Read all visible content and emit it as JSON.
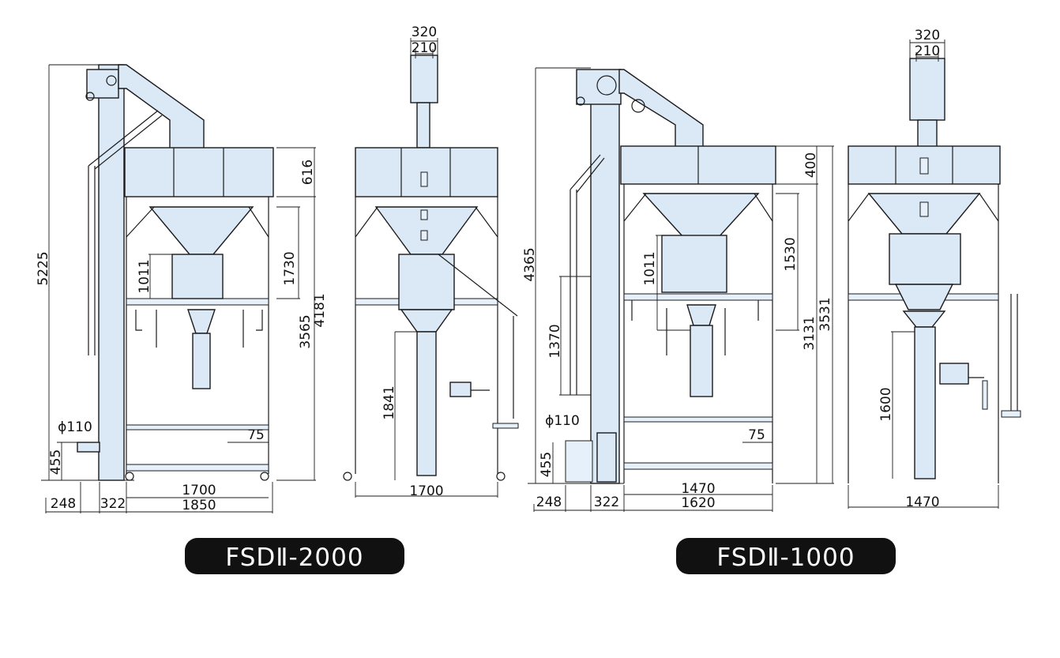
{
  "models": [
    {
      "name": "FSDⅡ-2000",
      "dimensions": {
        "overall_height": "5225",
        "top_width": "320",
        "top_inner_width": "210",
        "hopper_height": "616",
        "cone_height": "1730",
        "scale_height": "1011",
        "frame_height": "3565",
        "total_height": "4181",
        "discharge_height": "1841",
        "inlet_diameter": "ϕ110",
        "inlet_height": "455",
        "offset_75": "75",
        "offset_248": "248",
        "offset_322": "322",
        "inner_width_side": "1700",
        "outer_width": "1850",
        "inner_width_front": "1700"
      }
    },
    {
      "name": "FSDⅡ-1000",
      "dimensions": {
        "overall_height": "4365",
        "top_width": "320",
        "top_inner_width": "210",
        "hopper_height": "400",
        "cone_height": "1530",
        "scale_height": "1011",
        "discharge_height": "1370",
        "frame_height": "3131",
        "total_height": "3531",
        "front_discharge_height": "1600",
        "inlet_diameter": "ϕ110",
        "inlet_height": "455",
        "offset_75": "75",
        "offset_248": "248",
        "offset_322": "322",
        "inner_width_side": "1470",
        "outer_width": "1620",
        "inner_width_front": "1470"
      }
    }
  ],
  "colors": {
    "frame_fill": "#dbe9f6",
    "line": "#1b1b1b",
    "badge": "#111111",
    "badge_text": "#ffffff"
  }
}
